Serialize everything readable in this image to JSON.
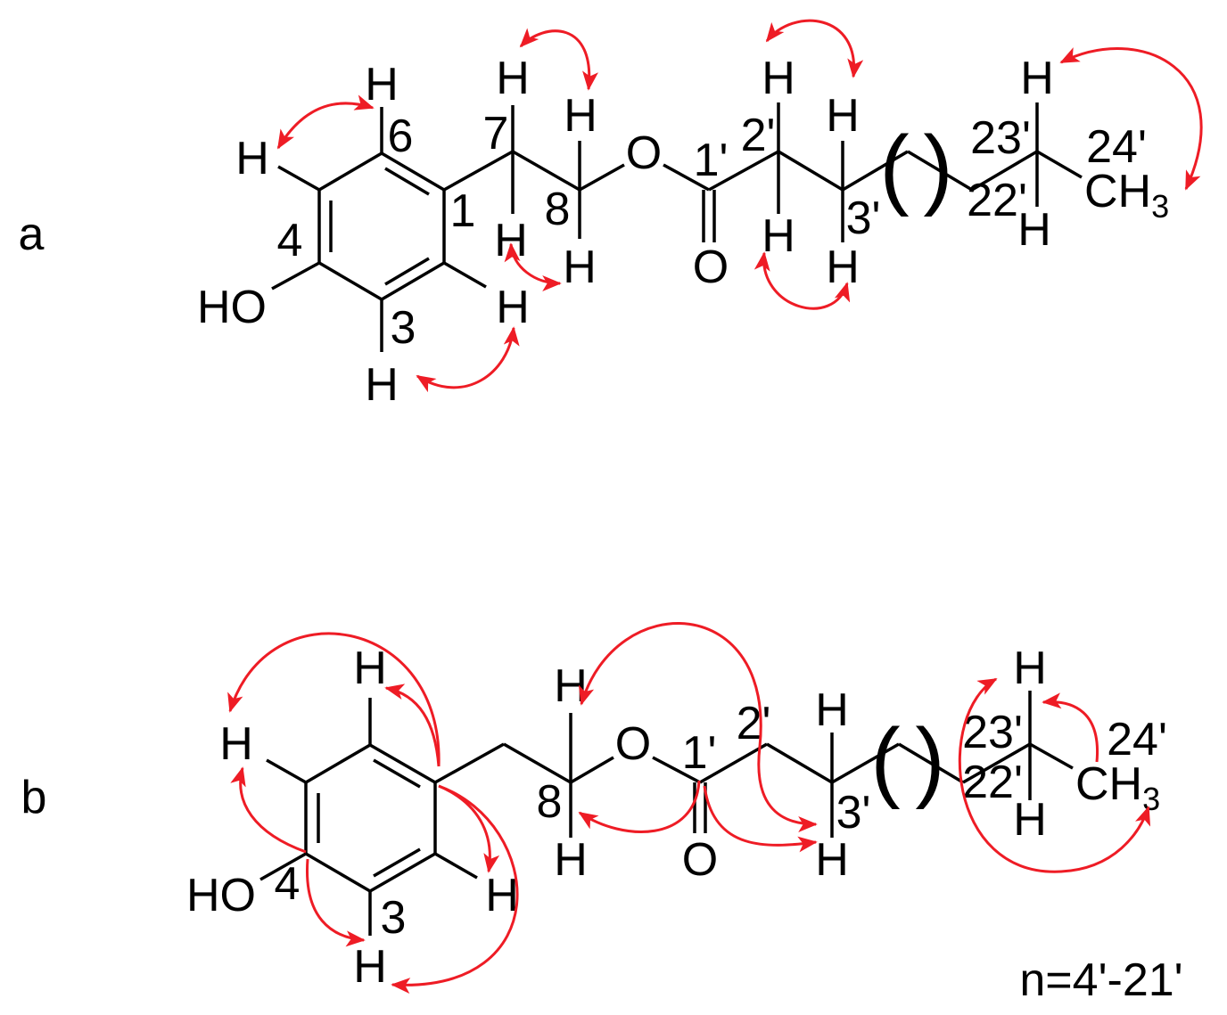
{
  "panels": [
    {
      "label": "a",
      "atoms": {
        "H": "H",
        "O": "O",
        "HO": "HO",
        "CH": "CH",
        "CH3_subscript": "3"
      },
      "locants": {
        "C1": "1",
        "C3": "3",
        "C4": "4",
        "C6": "6",
        "C7": "7",
        "C8": "8",
        "C1p": "1'",
        "C2p": "2'",
        "C3p": "3'",
        "C22p": "22'",
        "C23p": "23'",
        "C24p": "24'"
      },
      "repeat_brackets": {
        "open": "(",
        "close": ")"
      }
    },
    {
      "label": "b",
      "atoms": {
        "H": "H",
        "O": "O",
        "HO": "HO",
        "CH": "CH",
        "CH3_subscript": "3"
      },
      "locants": {
        "C3": "3",
        "C4": "4",
        "C8": "8",
        "C1p": "1'",
        "C2p": "2'",
        "C3p": "3'",
        "C22p": "22'",
        "C23p": "23'",
        "C24p": "24'"
      },
      "repeat_brackets": {
        "open": "(",
        "close": ")"
      }
    }
  ],
  "footnote": "n=4'-21'",
  "colors": {
    "bond": "#000000",
    "correlation_arrow": "#ee1c25",
    "background": "#ffffff"
  }
}
